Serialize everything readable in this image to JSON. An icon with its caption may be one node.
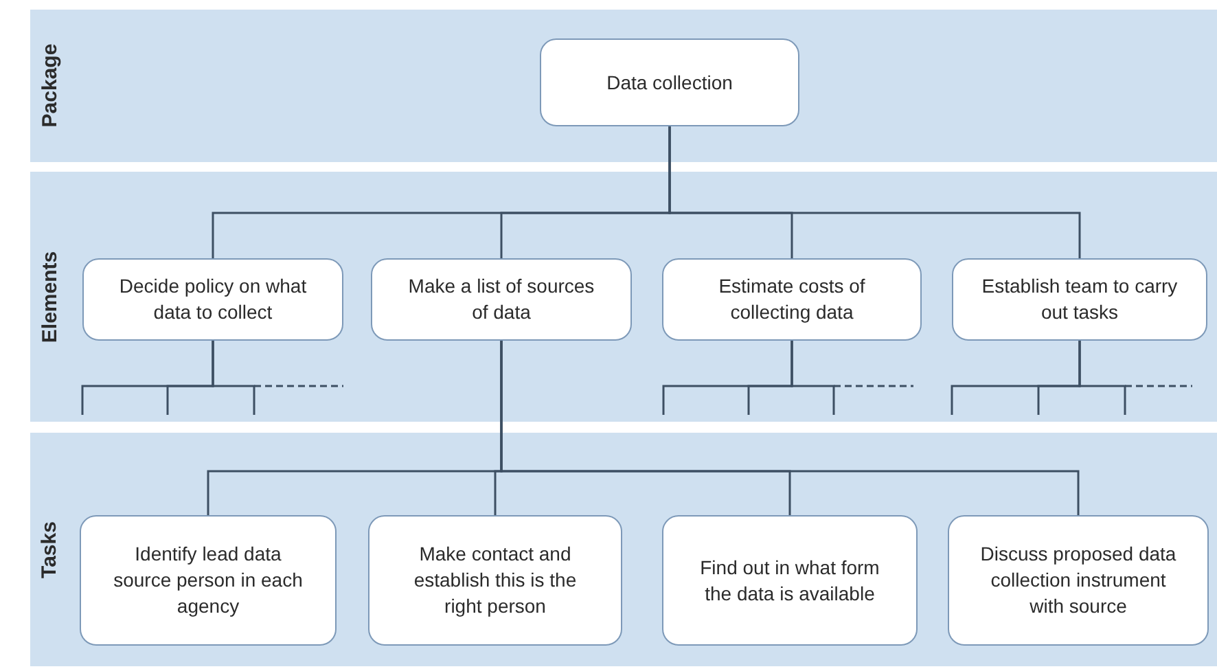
{
  "diagram": {
    "nodes": [
      {
        "text": [
          "Package"
        ]
      },
      {
        "text": [
          "Data collection"
        ],
        "in": 0
      },
      {
        "text": [
          "Elements"
        ]
      },
      {
        "text": [
          "Decide policy on what data to collect"
        ],
        "in": 2
      },
      {
        "text": [
          "Make a list of sources of data"
        ],
        "in": 2
      },
      {
        "text": [
          "Estimate costs of collecting data"
        ],
        "in": 2
      },
      {
        "text": [
          "Establish team to carry out tasks"
        ],
        "in": 2
      },
      {
        "text": [
          "Tasks"
        ]
      },
      {
        "text": [
          "Identify lead data source person in each agency"
        ],
        "in": 7
      },
      {
        "text": [
          "Make contact and establish this is the right person"
        ],
        "in": 7
      },
      {
        "text": [
          "Find out in what form the data is available"
        ],
        "in": 7
      },
      {
        "text": [
          "Discuss proposed data collection instrument with source"
        ],
        "in": 7
      }
    ],
    "edges": [
      {
        "from": 1,
        "to": 3,
        "arrow": "none"
      },
      {
        "from": 1,
        "to": 4,
        "arrow": "none"
      },
      {
        "from": 1,
        "to": 5,
        "arrow": "none"
      },
      {
        "from": 1,
        "to": 6,
        "arrow": "none"
      },
      {
        "from": 4,
        "to": 8,
        "arrow": "none"
      },
      {
        "from": 4,
        "to": 9,
        "arrow": "none"
      },
      {
        "from": 4,
        "to": 10,
        "arrow": "none"
      },
      {
        "from": 4,
        "to": 11,
        "arrow": "none"
      },
      {
        "from": 3,
        "to": null,
        "arrow": "none"
      },
      {
        "from": 3,
        "to": null,
        "arrow": "none"
      },
      {
        "from": 3,
        "to": null,
        "arrow": "none"
      },
      {
        "from": 5,
        "to": null,
        "arrow": "none"
      },
      {
        "from": 5,
        "to": null,
        "arrow": "none"
      },
      {
        "from": 5,
        "to": null,
        "arrow": "none"
      },
      {
        "from": 6,
        "to": null,
        "arrow": "none"
      },
      {
        "from": 6,
        "to": null,
        "arrow": "none"
      },
      {
        "from": 6,
        "to": null,
        "arrow": "none"
      }
    ]
  }
}
